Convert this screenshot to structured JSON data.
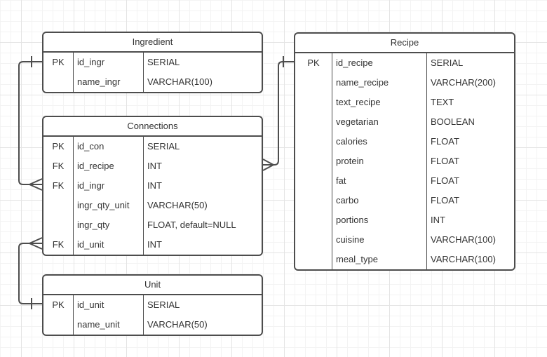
{
  "diagram": {
    "type": "entity-relationship",
    "colors": {
      "line": "#4d4d4d",
      "text": "#333333",
      "background": "#ffffff",
      "grid_minor": "#f3f3f3",
      "grid_major": "#e4e4e4"
    },
    "tables": [
      {
        "name": "Ingredient",
        "rows": [
          {
            "key": "PK",
            "field": "id_ingr",
            "type": "SERIAL"
          },
          {
            "key": "",
            "field": "name_ingr",
            "type": "VARCHAR(100)"
          }
        ]
      },
      {
        "name": "Connections",
        "rows": [
          {
            "key": "PK",
            "field": "id_con",
            "type": "SERIAL"
          },
          {
            "key": "FK",
            "field": "id_recipe",
            "type": "INT"
          },
          {
            "key": "FK",
            "field": "id_ingr",
            "type": "INT"
          },
          {
            "key": "",
            "field": "ingr_qty_unit",
            "type": "VARCHAR(50)"
          },
          {
            "key": "",
            "field": "ingr_qty",
            "type": "FLOAT, default=NULL"
          },
          {
            "key": "FK",
            "field": "id_unit",
            "type": "INT"
          }
        ]
      },
      {
        "name": "Recipe",
        "rows": [
          {
            "key": "PK",
            "field": "id_recipe",
            "type": "SERIAL"
          },
          {
            "key": "",
            "field": "name_recipe",
            "type": "VARCHAR(200)"
          },
          {
            "key": "",
            "field": "text_recipe",
            "type": "TEXT"
          },
          {
            "key": "",
            "field": "vegetarian",
            "type": "BOOLEAN"
          },
          {
            "key": "",
            "field": "calories",
            "type": "FLOAT"
          },
          {
            "key": "",
            "field": "protein",
            "type": "FLOAT"
          },
          {
            "key": "",
            "field": "fat",
            "type": "FLOAT"
          },
          {
            "key": "",
            "field": "carbo",
            "type": "FLOAT"
          },
          {
            "key": "",
            "field": "portions",
            "type": "INT"
          },
          {
            "key": "",
            "field": "cuisine",
            "type": "VARCHAR(100)"
          },
          {
            "key": "",
            "field": "meal_type",
            "type": "VARCHAR(100)"
          }
        ]
      },
      {
        "name": "Unit",
        "rows": [
          {
            "key": "PK",
            "field": "id_unit",
            "type": "SERIAL"
          },
          {
            "key": "",
            "field": "name_unit",
            "type": "VARCHAR(50)"
          }
        ]
      }
    ],
    "relations": [
      {
        "one_side": "Ingredient",
        "many_side": "Connections",
        "via_field": "id_ingr"
      },
      {
        "one_side": "Recipe",
        "many_side": "Connections",
        "via_field": "id_recipe"
      },
      {
        "one_side": "Unit",
        "many_side": "Connections",
        "via_field": "id_unit"
      }
    ]
  }
}
